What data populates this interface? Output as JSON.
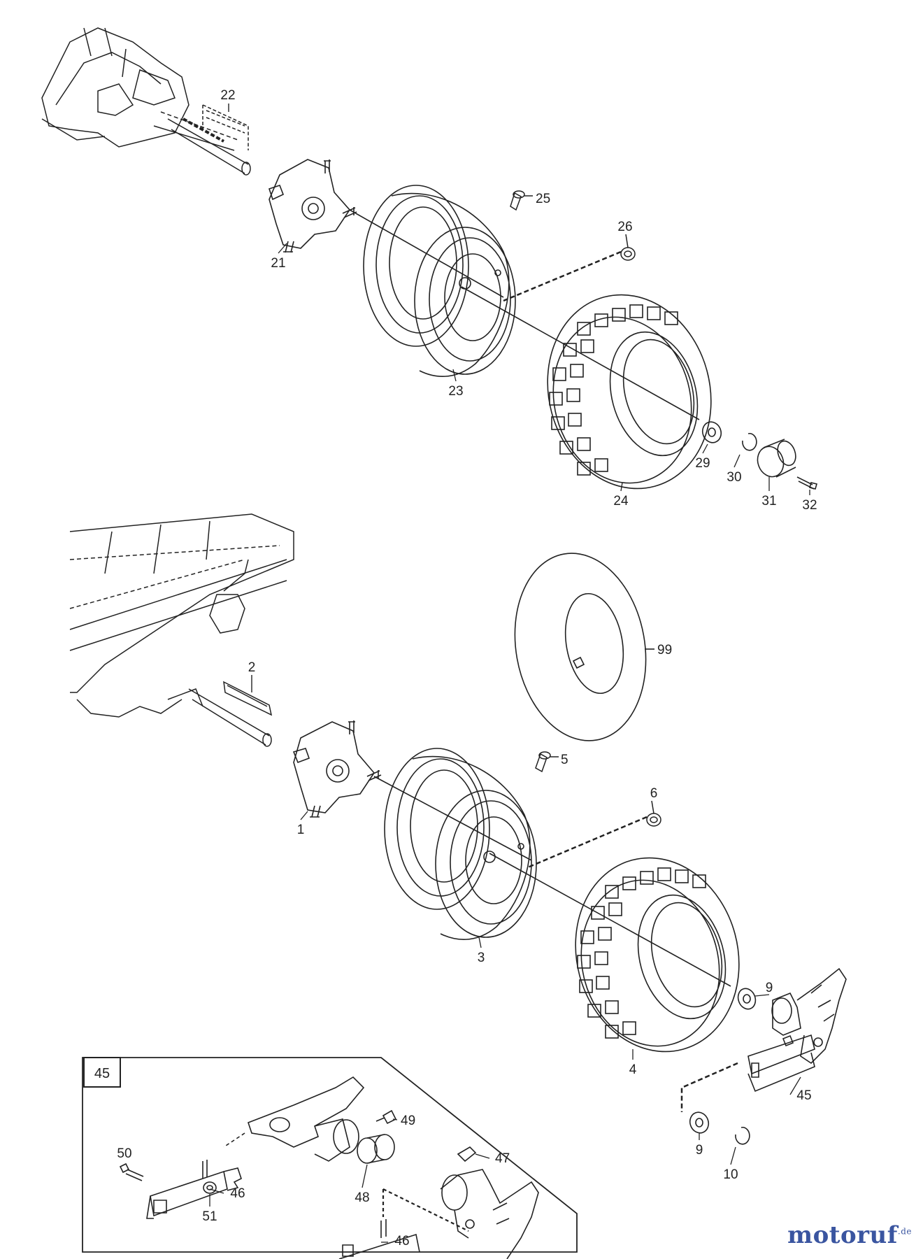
{
  "labels": {
    "l22": "22",
    "l21": "21",
    "l25": "25",
    "l26": "26",
    "l23": "23",
    "l24": "24",
    "l29": "29",
    "l30": "30",
    "l31": "31",
    "l32": "32",
    "l2": "2",
    "l99": "99",
    "l1": "1",
    "l5": "5",
    "l6": "6",
    "l3": "3",
    "l4": "4",
    "l9a": "9",
    "l9b": "9",
    "l10": "10",
    "l45": "45",
    "inset": "45",
    "l49": "49",
    "l50": "50",
    "l46a": "46",
    "l48": "48",
    "l51": "51",
    "l47": "47",
    "l46b": "46"
  },
  "watermark": {
    "brand": "motoruf",
    "suffix": ".de",
    "color_o": "#2a8a3a",
    "color_main": "#3a55a0"
  },
  "colors": {
    "line": "#222222",
    "background": "#ffffff"
  }
}
